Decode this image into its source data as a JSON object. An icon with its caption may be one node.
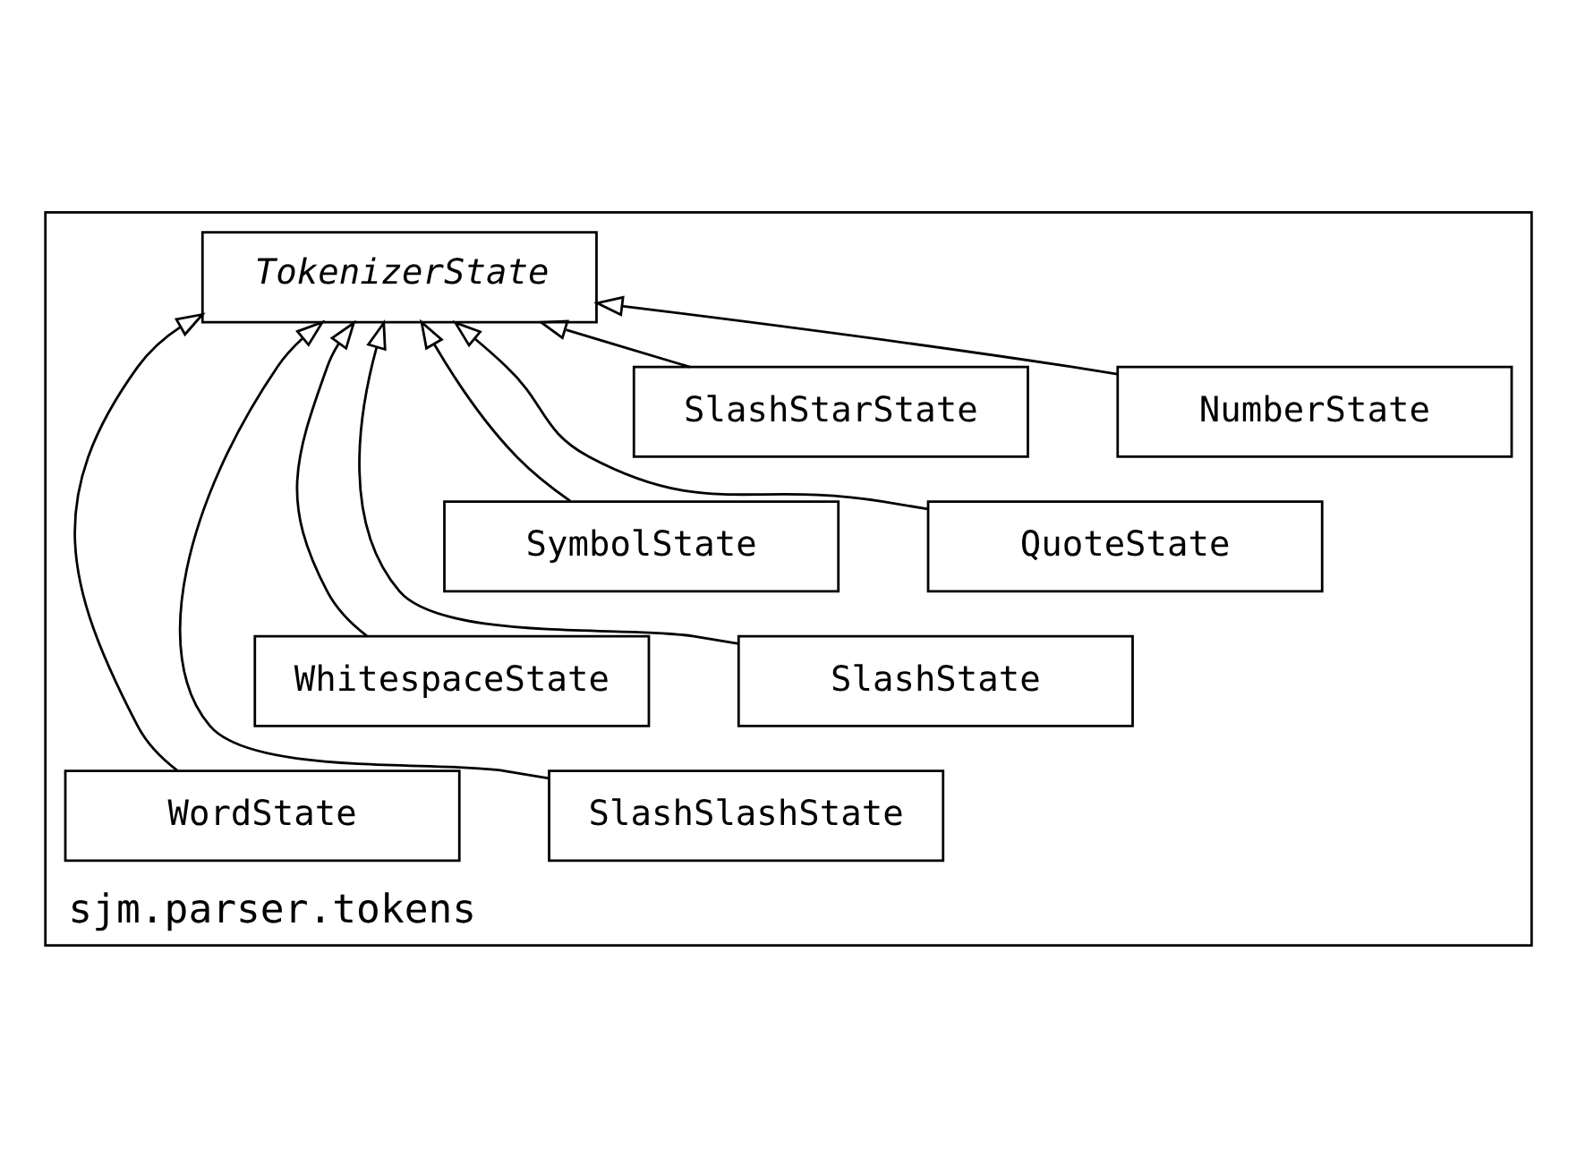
{
  "diagram": {
    "nodes": [
      {
        "text": [
          "sjm.parser.tokens"
        ]
      },
      {
        "text": [
          "TokenizerState"
        ],
        "in": 0
      },
      {
        "text": [
          "NumberState"
        ],
        "in": 0
      },
      {
        "text": [
          "SlashStarState"
        ],
        "in": 0
      },
      {
        "text": [
          "QuoteState"
        ],
        "in": 0
      },
      {
        "text": [
          "SymbolState"
        ],
        "in": 0
      },
      {
        "text": [
          "SlashState"
        ],
        "in": 0
      },
      {
        "text": [
          "WhitespaceState"
        ],
        "in": 0
      },
      {
        "text": [
          "SlashSlashState"
        ],
        "in": 0
      },
      {
        "text": [
          "WordState"
        ],
        "in": 0
      }
    ],
    "edges": [
      {
        "from": 2,
        "to": 1,
        "arrow": "to"
      },
      {
        "from": 3,
        "to": 1,
        "arrow": "to"
      },
      {
        "from": 4,
        "to": 1,
        "arrow": "to"
      },
      {
        "from": 5,
        "to": 1,
        "arrow": "to"
      },
      {
        "from": 6,
        "to": 1,
        "arrow": "to"
      },
      {
        "from": 7,
        "to": 1,
        "arrow": "to"
      },
      {
        "from": 8,
        "to": 1,
        "arrow": "to"
      },
      {
        "from": 9,
        "to": 1,
        "arrow": "to"
      }
    ]
  }
}
